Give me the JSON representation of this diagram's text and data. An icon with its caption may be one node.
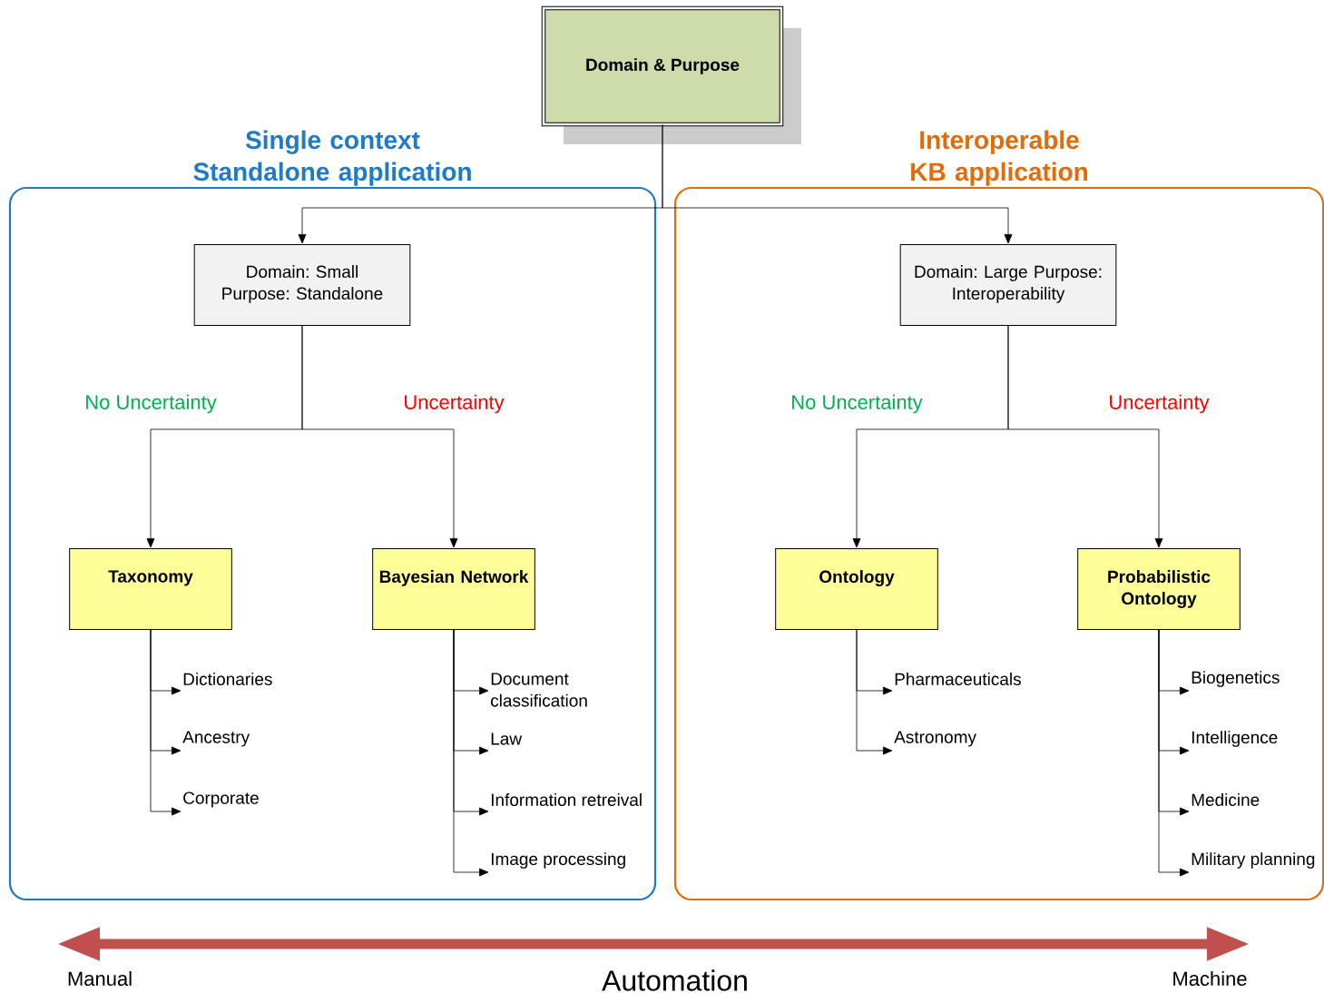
{
  "diagram": {
    "nodes": [
      {
        "text": [
          "Domain & Purpose"
        ]
      },
      {
        "text": [
          "Single context Standalone application"
        ]
      },
      {
        "text": [
          "Interoperable KB application"
        ]
      },
      {
        "text": [
          "Domain: Small Purpose: Standalone"
        ],
        "in": 1
      },
      {
        "text": [
          "Domain: Large Purpose: Interoperability"
        ],
        "in": 2
      },
      {
        "text": [
          "Taxonomy"
        ],
        "in": 1
      },
      {
        "text": [
          "Bayesian Network"
        ],
        "in": 1
      },
      {
        "text": [
          "Ontology"
        ],
        "in": 2
      },
      {
        "text": [
          "Probabilistic Ontology"
        ],
        "in": 2
      },
      {
        "text": [
          "Dictionaries"
        ],
        "in": 1
      },
      {
        "text": [
          "Ancestry"
        ],
        "in": 1
      },
      {
        "text": [
          "Corporate"
        ],
        "in": 1
      },
      {
        "text": [
          "Document classification"
        ],
        "in": 1
      },
      {
        "text": [
          "Law"
        ],
        "in": 1
      },
      {
        "text": [
          "Information retreival"
        ],
        "in": 1
      },
      {
        "text": [
          "Image processing"
        ],
        "in": 1
      },
      {
        "text": [
          "Pharmaceuticals"
        ],
        "in": 2
      },
      {
        "text": [
          "Astronomy"
        ],
        "in": 2
      },
      {
        "text": [
          "Biogenetics"
        ],
        "in": 2
      },
      {
        "text": [
          "Intelligence"
        ],
        "in": 2
      },
      {
        "text": [
          "Medicine"
        ],
        "in": 2
      },
      {
        "text": [
          "Military planning"
        ],
        "in": 2
      }
    ],
    "edges": [
      {
        "from": 0,
        "to": 3,
        "arrow": "to"
      },
      {
        "from": 0,
        "to": 4,
        "arrow": "to"
      },
      {
        "from": 3,
        "to": 5,
        "arrow": "to",
        "label": "No Uncertainty"
      },
      {
        "from": 3,
        "to": 6,
        "arrow": "to",
        "label": "Uncertainty"
      },
      {
        "from": 4,
        "to": 7,
        "arrow": "to",
        "label": "No Uncertainty"
      },
      {
        "from": 4,
        "to": 8,
        "arrow": "to",
        "label": "Uncertainty"
      },
      {
        "from": 5,
        "to": 9,
        "arrow": "to"
      },
      {
        "from": 5,
        "to": 10,
        "arrow": "to"
      },
      {
        "from": 5,
        "to": 11,
        "arrow": "to"
      },
      {
        "from": 6,
        "to": 12,
        "arrow": "to"
      },
      {
        "from": 6,
        "to": 13,
        "arrow": "to"
      },
      {
        "from": 6,
        "to": 14,
        "arrow": "to"
      },
      {
        "from": 6,
        "to": 15,
        "arrow": "to"
      },
      {
        "from": 7,
        "to": 16,
        "arrow": "to"
      },
      {
        "from": 7,
        "to": 17,
        "arrow": "to"
      },
      {
        "from": 8,
        "to": 18,
        "arrow": "to"
      },
      {
        "from": 8,
        "to": 19,
        "arrow": "to"
      },
      {
        "from": 8,
        "to": 20,
        "arrow": "to"
      },
      {
        "from": 8,
        "to": 21,
        "arrow": "to"
      }
    ],
    "labels": [
      "Manual",
      "Automation",
      "Machine"
    ]
  }
}
